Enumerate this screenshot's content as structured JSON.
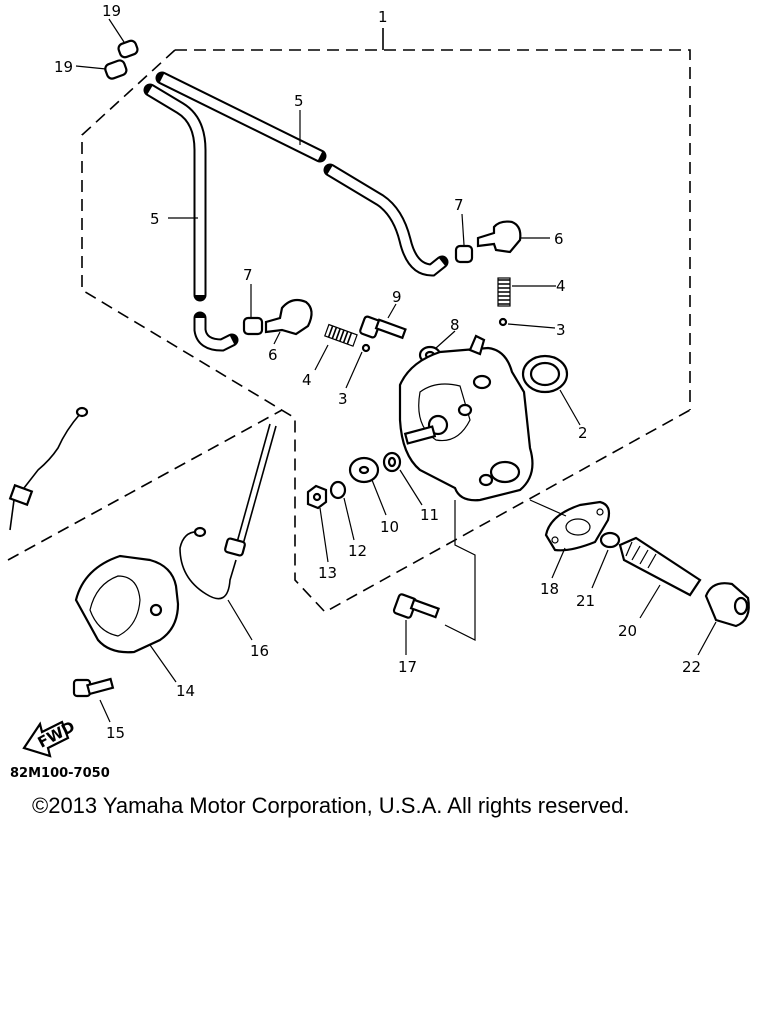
{
  "callouts": {
    "c1": "1",
    "c2": "2",
    "c3a": "3",
    "c3b": "3",
    "c4a": "4",
    "c4b": "4",
    "c5a": "5",
    "c5b": "5",
    "c6a": "6",
    "c6b": "6",
    "c7a": "7",
    "c7b": "7",
    "c8": "8",
    "c9": "9",
    "c10": "10",
    "c11": "11",
    "c12": "12",
    "c13": "13",
    "c14": "14",
    "c15": "15",
    "c16": "16",
    "c17": "17",
    "c18": "18",
    "c19a": "19",
    "c19b": "19",
    "c20": "20",
    "c21": "21",
    "c22": "22"
  },
  "fwd_label": "FWD",
  "diagram_code": "82M100-7050",
  "copyright": "©2013 Yamaha Motor Corporation, U.S.A. All rights reserved."
}
